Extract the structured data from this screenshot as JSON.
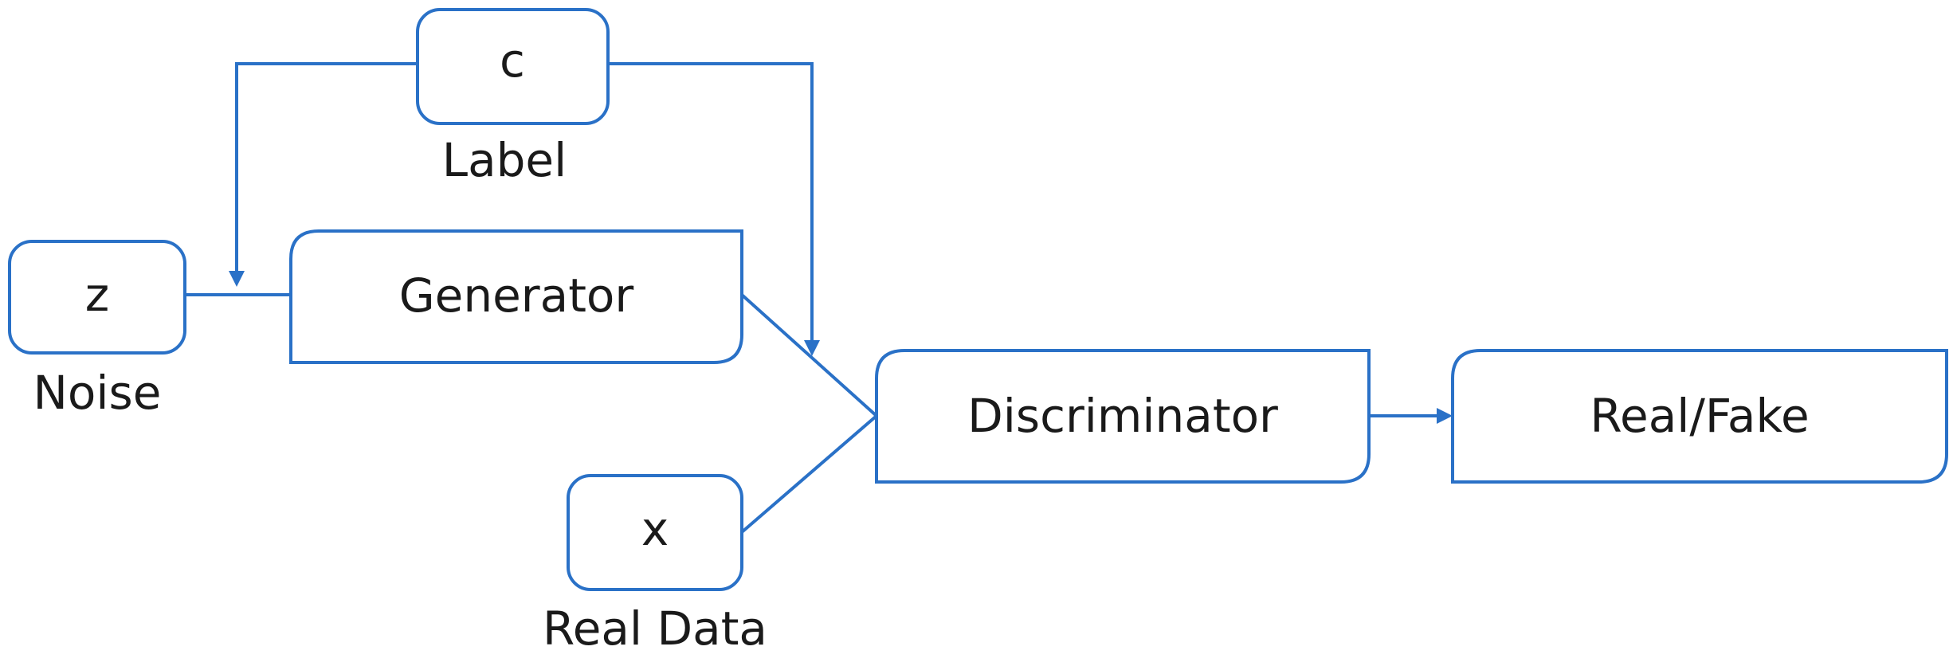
{
  "colors": {
    "stroke": "#2a71c7",
    "text": "#1a1a1a",
    "background": "#ffffff"
  },
  "nodes": {
    "label_c": {
      "text": "c",
      "caption": "Label"
    },
    "noise_z": {
      "text": "z",
      "caption": "Noise"
    },
    "generator": {
      "text": "Generator"
    },
    "real_data_x": {
      "text": "x",
      "caption": "Real  Data"
    },
    "discriminator": {
      "text": "Discriminator"
    },
    "output": {
      "text": "Real/Fake"
    }
  }
}
